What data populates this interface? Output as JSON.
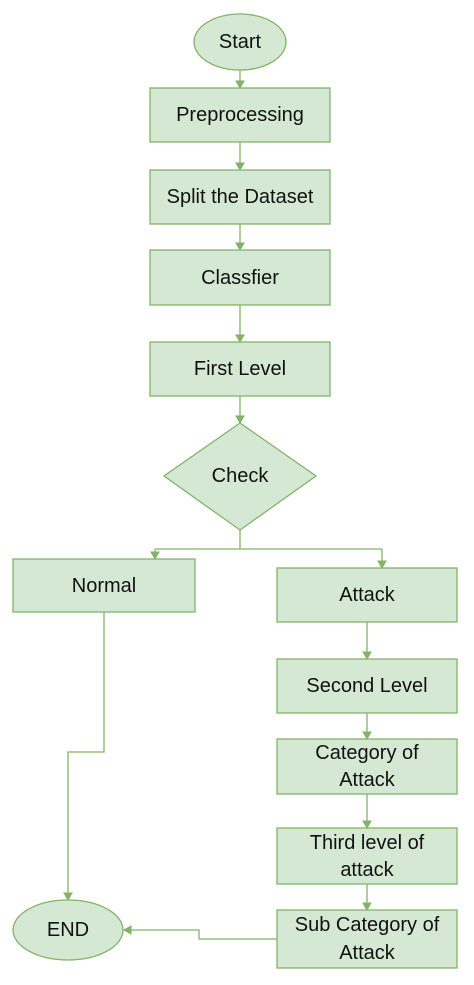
{
  "nodes": {
    "start": "Start",
    "preprocessing": "Preprocessing",
    "split": "Split the Dataset",
    "classifier": "Classfier",
    "first_level": "First Level",
    "check": "Check",
    "normal": "Normal",
    "attack": "Attack",
    "second_level": "Second Level",
    "category": [
      "Category of",
      "Attack"
    ],
    "third_level": [
      "Third level of",
      "attack"
    ],
    "sub_category": [
      "Sub Category of",
      "Attack"
    ],
    "end": "END"
  },
  "colors": {
    "fill": "#d5e8d4",
    "stroke": "#82b366",
    "text": "#111111"
  }
}
